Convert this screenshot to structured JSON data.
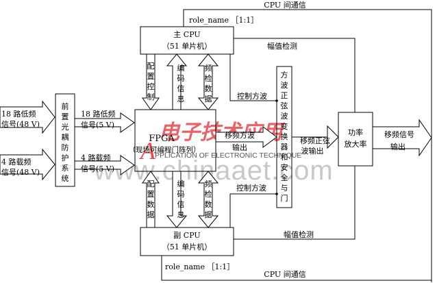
{
  "colors": {
    "line": "#000000",
    "watermark_red": "#e5484d",
    "watermark_gray": "#c8c8c8"
  },
  "top_bus_label": "CPU 间通信",
  "bottom_bus_label": "CPU 间通信",
  "top_role_label": "role_name ［1:1］",
  "bottom_role_label": "role_name ［1:1］",
  "main_cpu": {
    "line1": "主 CPU",
    "line2": "（51 单片机）"
  },
  "sub_cpu": {
    "line1": "副 CPU",
    "line2": "（51 单片机）"
  },
  "fpga": {
    "line1": "FPGA",
    "line2": "（现场可编程门阵列）",
    "freq_shift_label": [
      "移频方波",
      "输出"
    ]
  },
  "top_amp_detect": "幅值检测",
  "bottom_amp_detect": "幅值检测",
  "top_control_square": "控制方波",
  "bottom_control_square": "控制方波",
  "top_config": [
    "配",
    "置",
    "控",
    "制"
  ],
  "top_encode": [
    "编",
    "码",
    "信",
    "息"
  ],
  "top_freq_data": [
    "频",
    "检",
    "数",
    "据"
  ],
  "bottom_config": [
    "配",
    "置",
    "数",
    "据"
  ],
  "bottom_encode": [
    "编",
    "码",
    "信",
    "息"
  ],
  "bottom_freq_data": [
    "频",
    "检",
    "数",
    "据"
  ],
  "optocoupler": [
    "前",
    "置",
    "光",
    "耦",
    "防",
    "护",
    "系",
    "统"
  ],
  "input_low_48v": [
    "18 路低频",
    "信号(48 V)"
  ],
  "input_carrier_48v": [
    "4 路载频",
    "信号(48 V)"
  ],
  "input_low_5v": [
    "18 路低频",
    "信号(5 V)"
  ],
  "input_carrier_5v": [
    "4 路载频",
    "信号(5 V)"
  ],
  "converter": [
    "方",
    "波",
    "正",
    "弦",
    "波",
    "变",
    "换",
    "器",
    "和",
    "安",
    "全",
    "与",
    "门"
  ],
  "freq_sine_output": [
    "移频正弦",
    "波输出"
  ],
  "amplifier": [
    "功率",
    "放大率"
  ],
  "freq_signal_output": [
    "移频信号",
    "输出"
  ],
  "watermark": {
    "logo_text": "电子技术应用",
    "logo_initial": "A",
    "subtitle": "PPLICATION OF ELECTRONIC TECHNIQUE",
    "url": "www.chinaaet.com"
  }
}
